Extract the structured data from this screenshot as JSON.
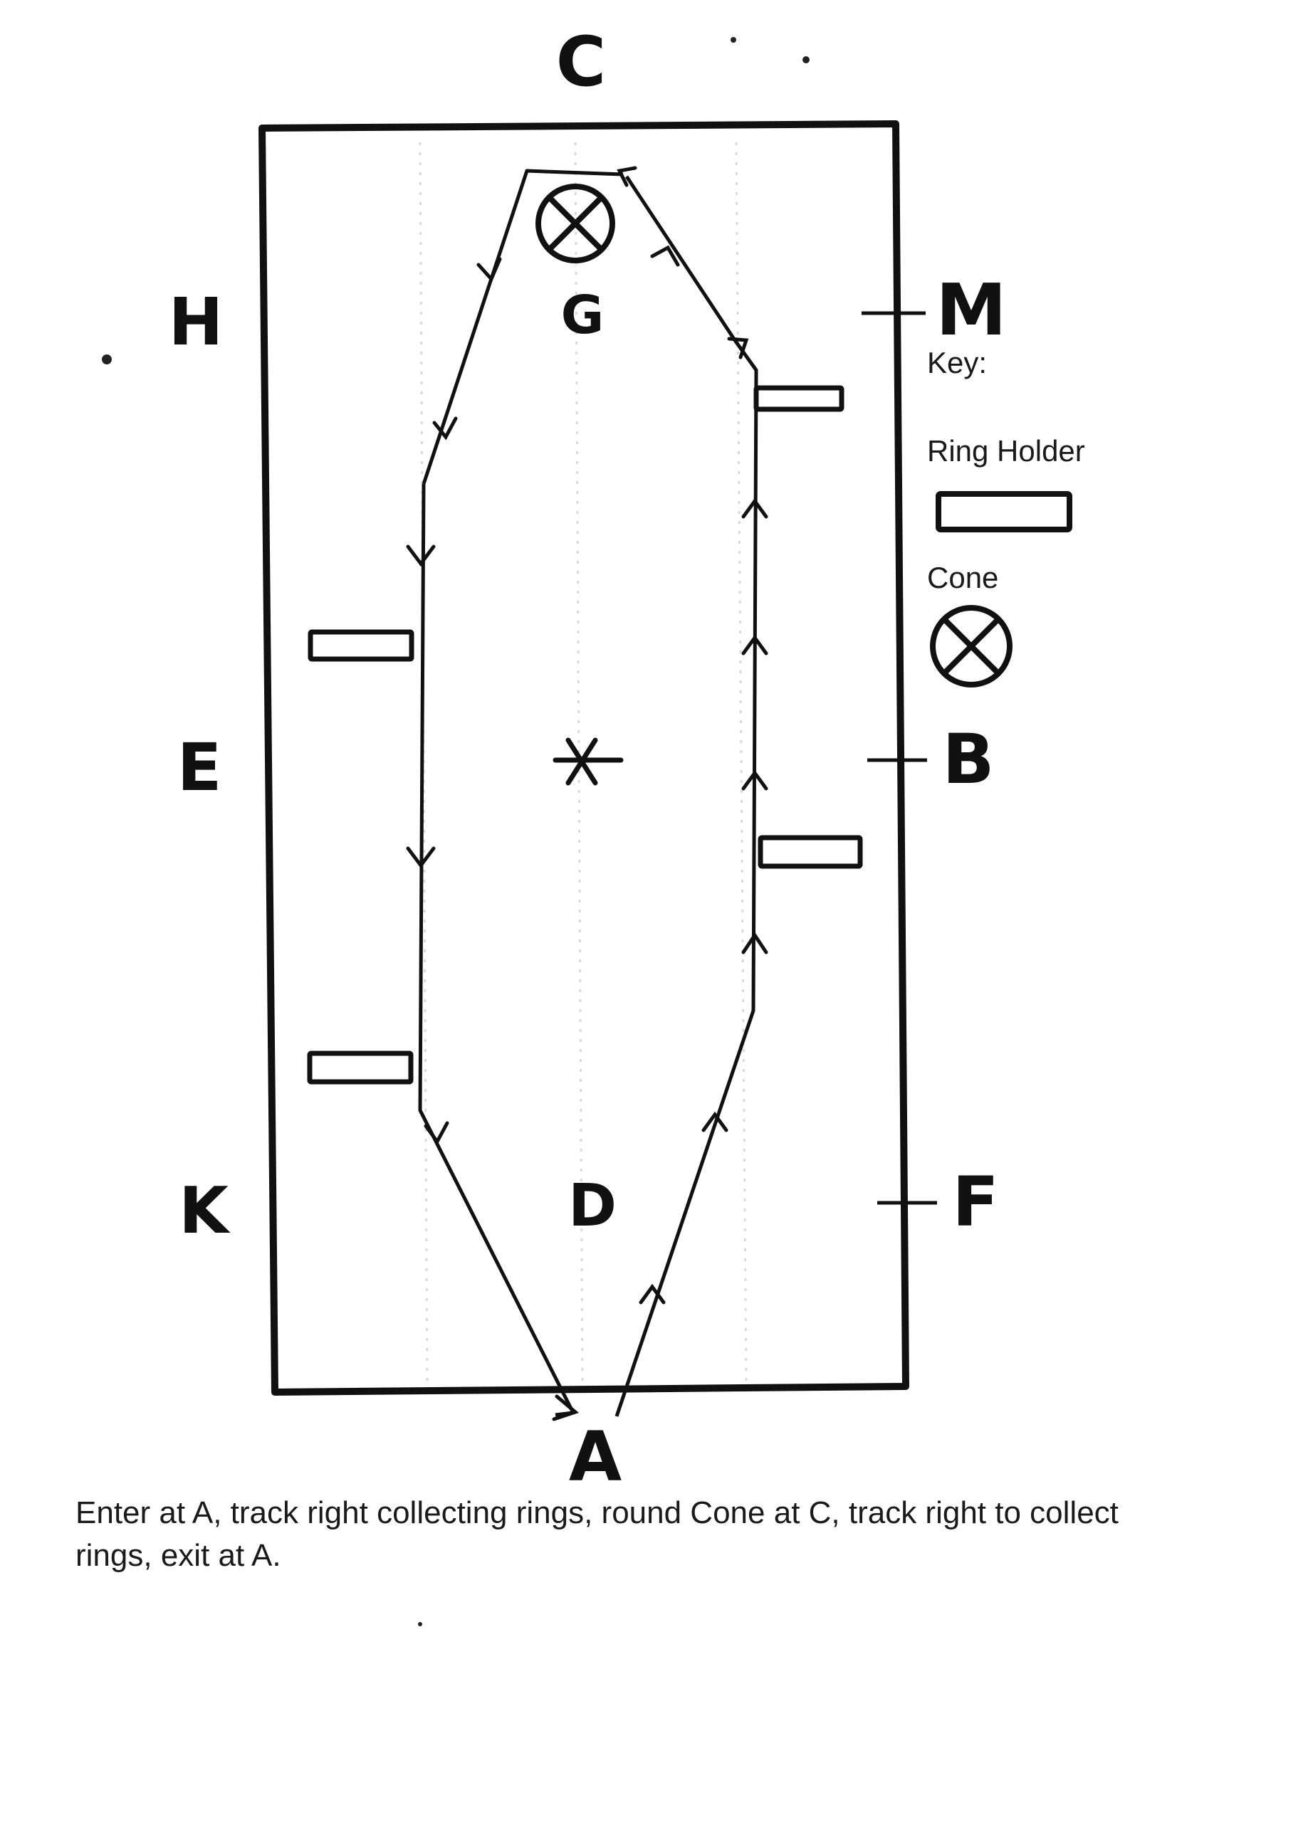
{
  "arena": {
    "letters": {
      "C": "C",
      "H": "H",
      "G": "G",
      "M": "M",
      "E": "E",
      "B": "B",
      "K": "K",
      "D": "D",
      "F": "F",
      "A": "A"
    }
  },
  "key": {
    "title": "Key:",
    "ring_holder": "Ring Holder",
    "cone": "Cone"
  },
  "description": "Enter at A, track right collecting rings, round Cone at C, track right to collect rings, exit at A.",
  "colors": {
    "ink": "#111111",
    "paper": "#ffffff",
    "grid": "#d9d9d9"
  }
}
